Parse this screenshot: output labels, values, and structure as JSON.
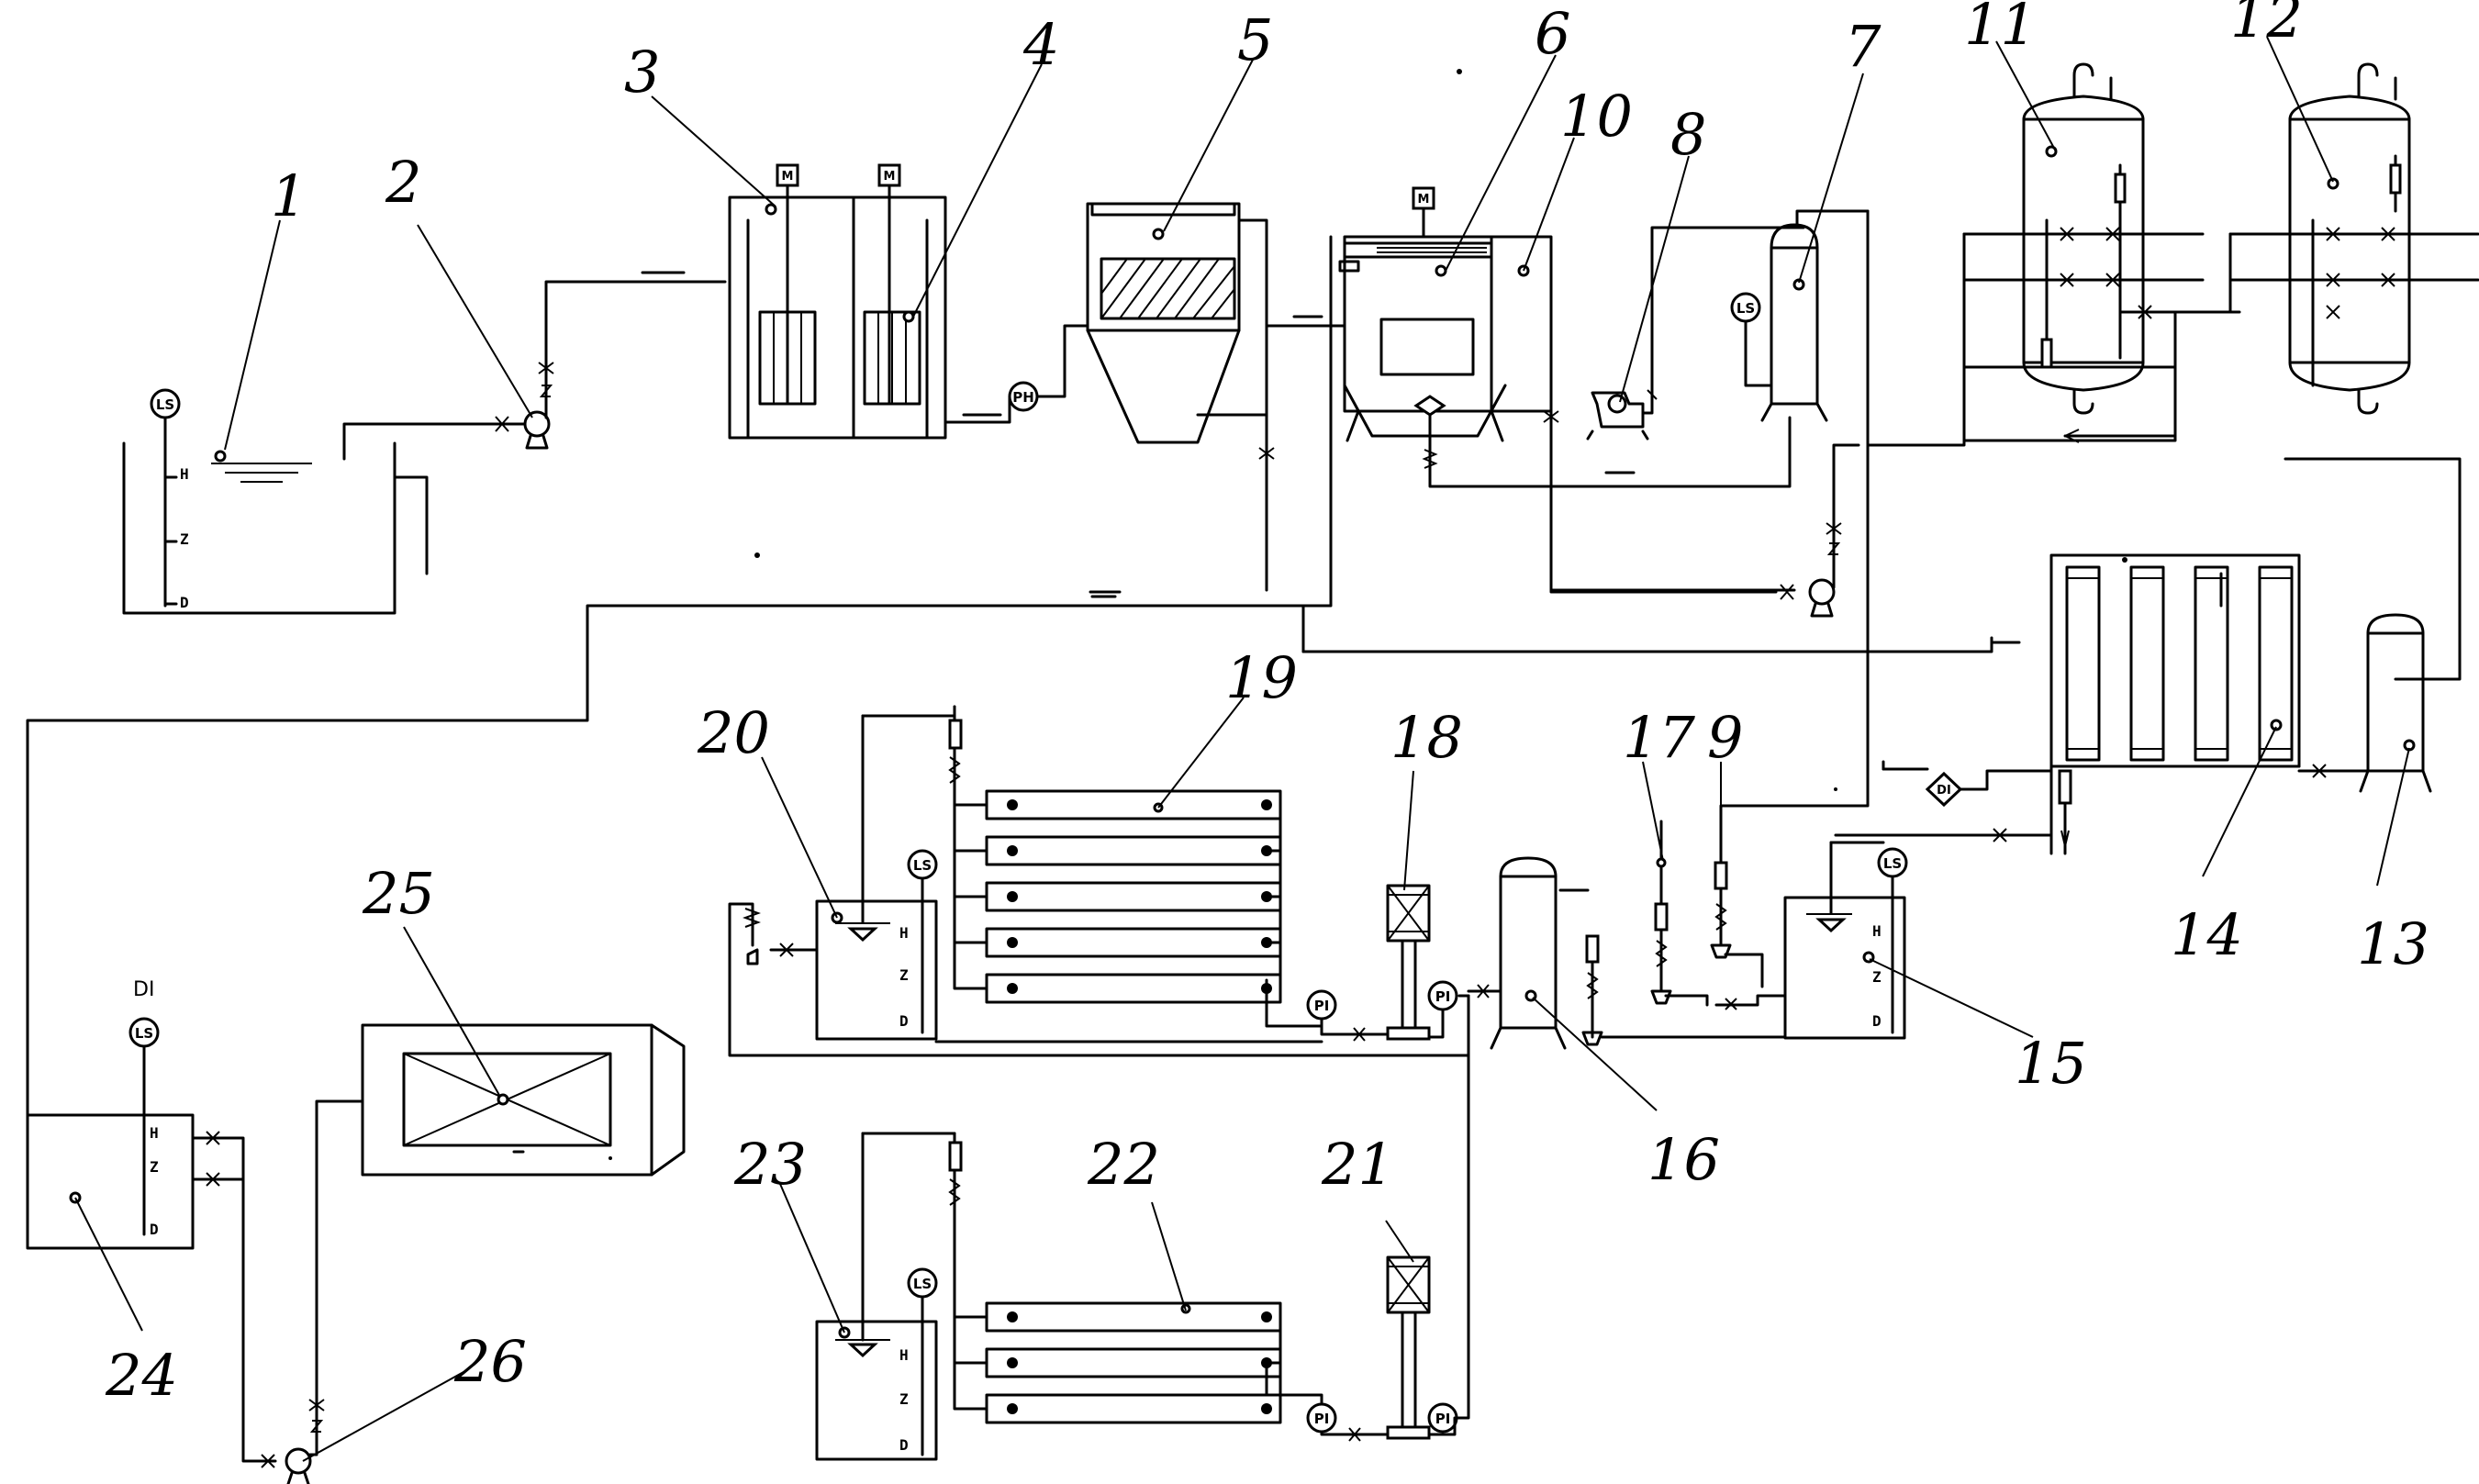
{
  "diagram": {
    "callouts": [
      "1",
      "2",
      "3",
      "4",
      "5",
      "6",
      "7",
      "8",
      "9",
      "10",
      "11",
      "12",
      "13",
      "14",
      "15",
      "16",
      "17",
      "18",
      "19",
      "20",
      "21",
      "22",
      "23",
      "24",
      "25",
      "26"
    ],
    "level_marks": {
      "high": "H",
      "middle": "Z",
      "low": "D"
    },
    "instruments": {
      "level_switch": "LS",
      "pressure": "PI",
      "ph": "PH",
      "motor": "M",
      "di": "DI"
    },
    "text_labels": {
      "di_tank_label": "DI"
    }
  }
}
